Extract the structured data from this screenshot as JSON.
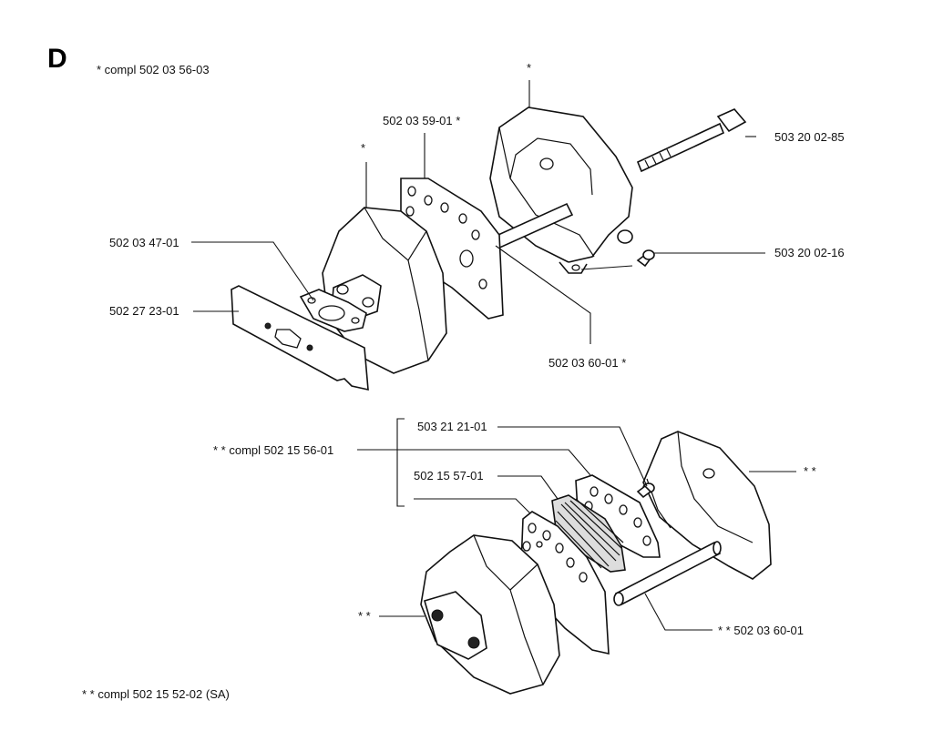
{
  "section_letter": "D",
  "notes": {
    "top_kit": "* compl 502 03 56-03",
    "bottom_kit": "* * compl 502 15 52-02 (SA)"
  },
  "labels": {
    "star_top_cover": "*",
    "gasket_top": "502 03 59-01  *",
    "star_front_cover": "*",
    "bolt_long": "503 20 02-85",
    "washer_small": "502 03 47-01",
    "screw_small": "503 20 02-16",
    "plate_gasket": "502 27 23-01",
    "spacer_top": "502 03 60-01  *",
    "screw_bottom": "503 21 21-01",
    "kit_bottom": "* *  compl 502 15 56-01",
    "screen": "502 15 57-01",
    "cover_rear_bottom": "* *",
    "cover_front_bottom": "* *",
    "spacer_bottom": "* *  502 03 60-01"
  }
}
